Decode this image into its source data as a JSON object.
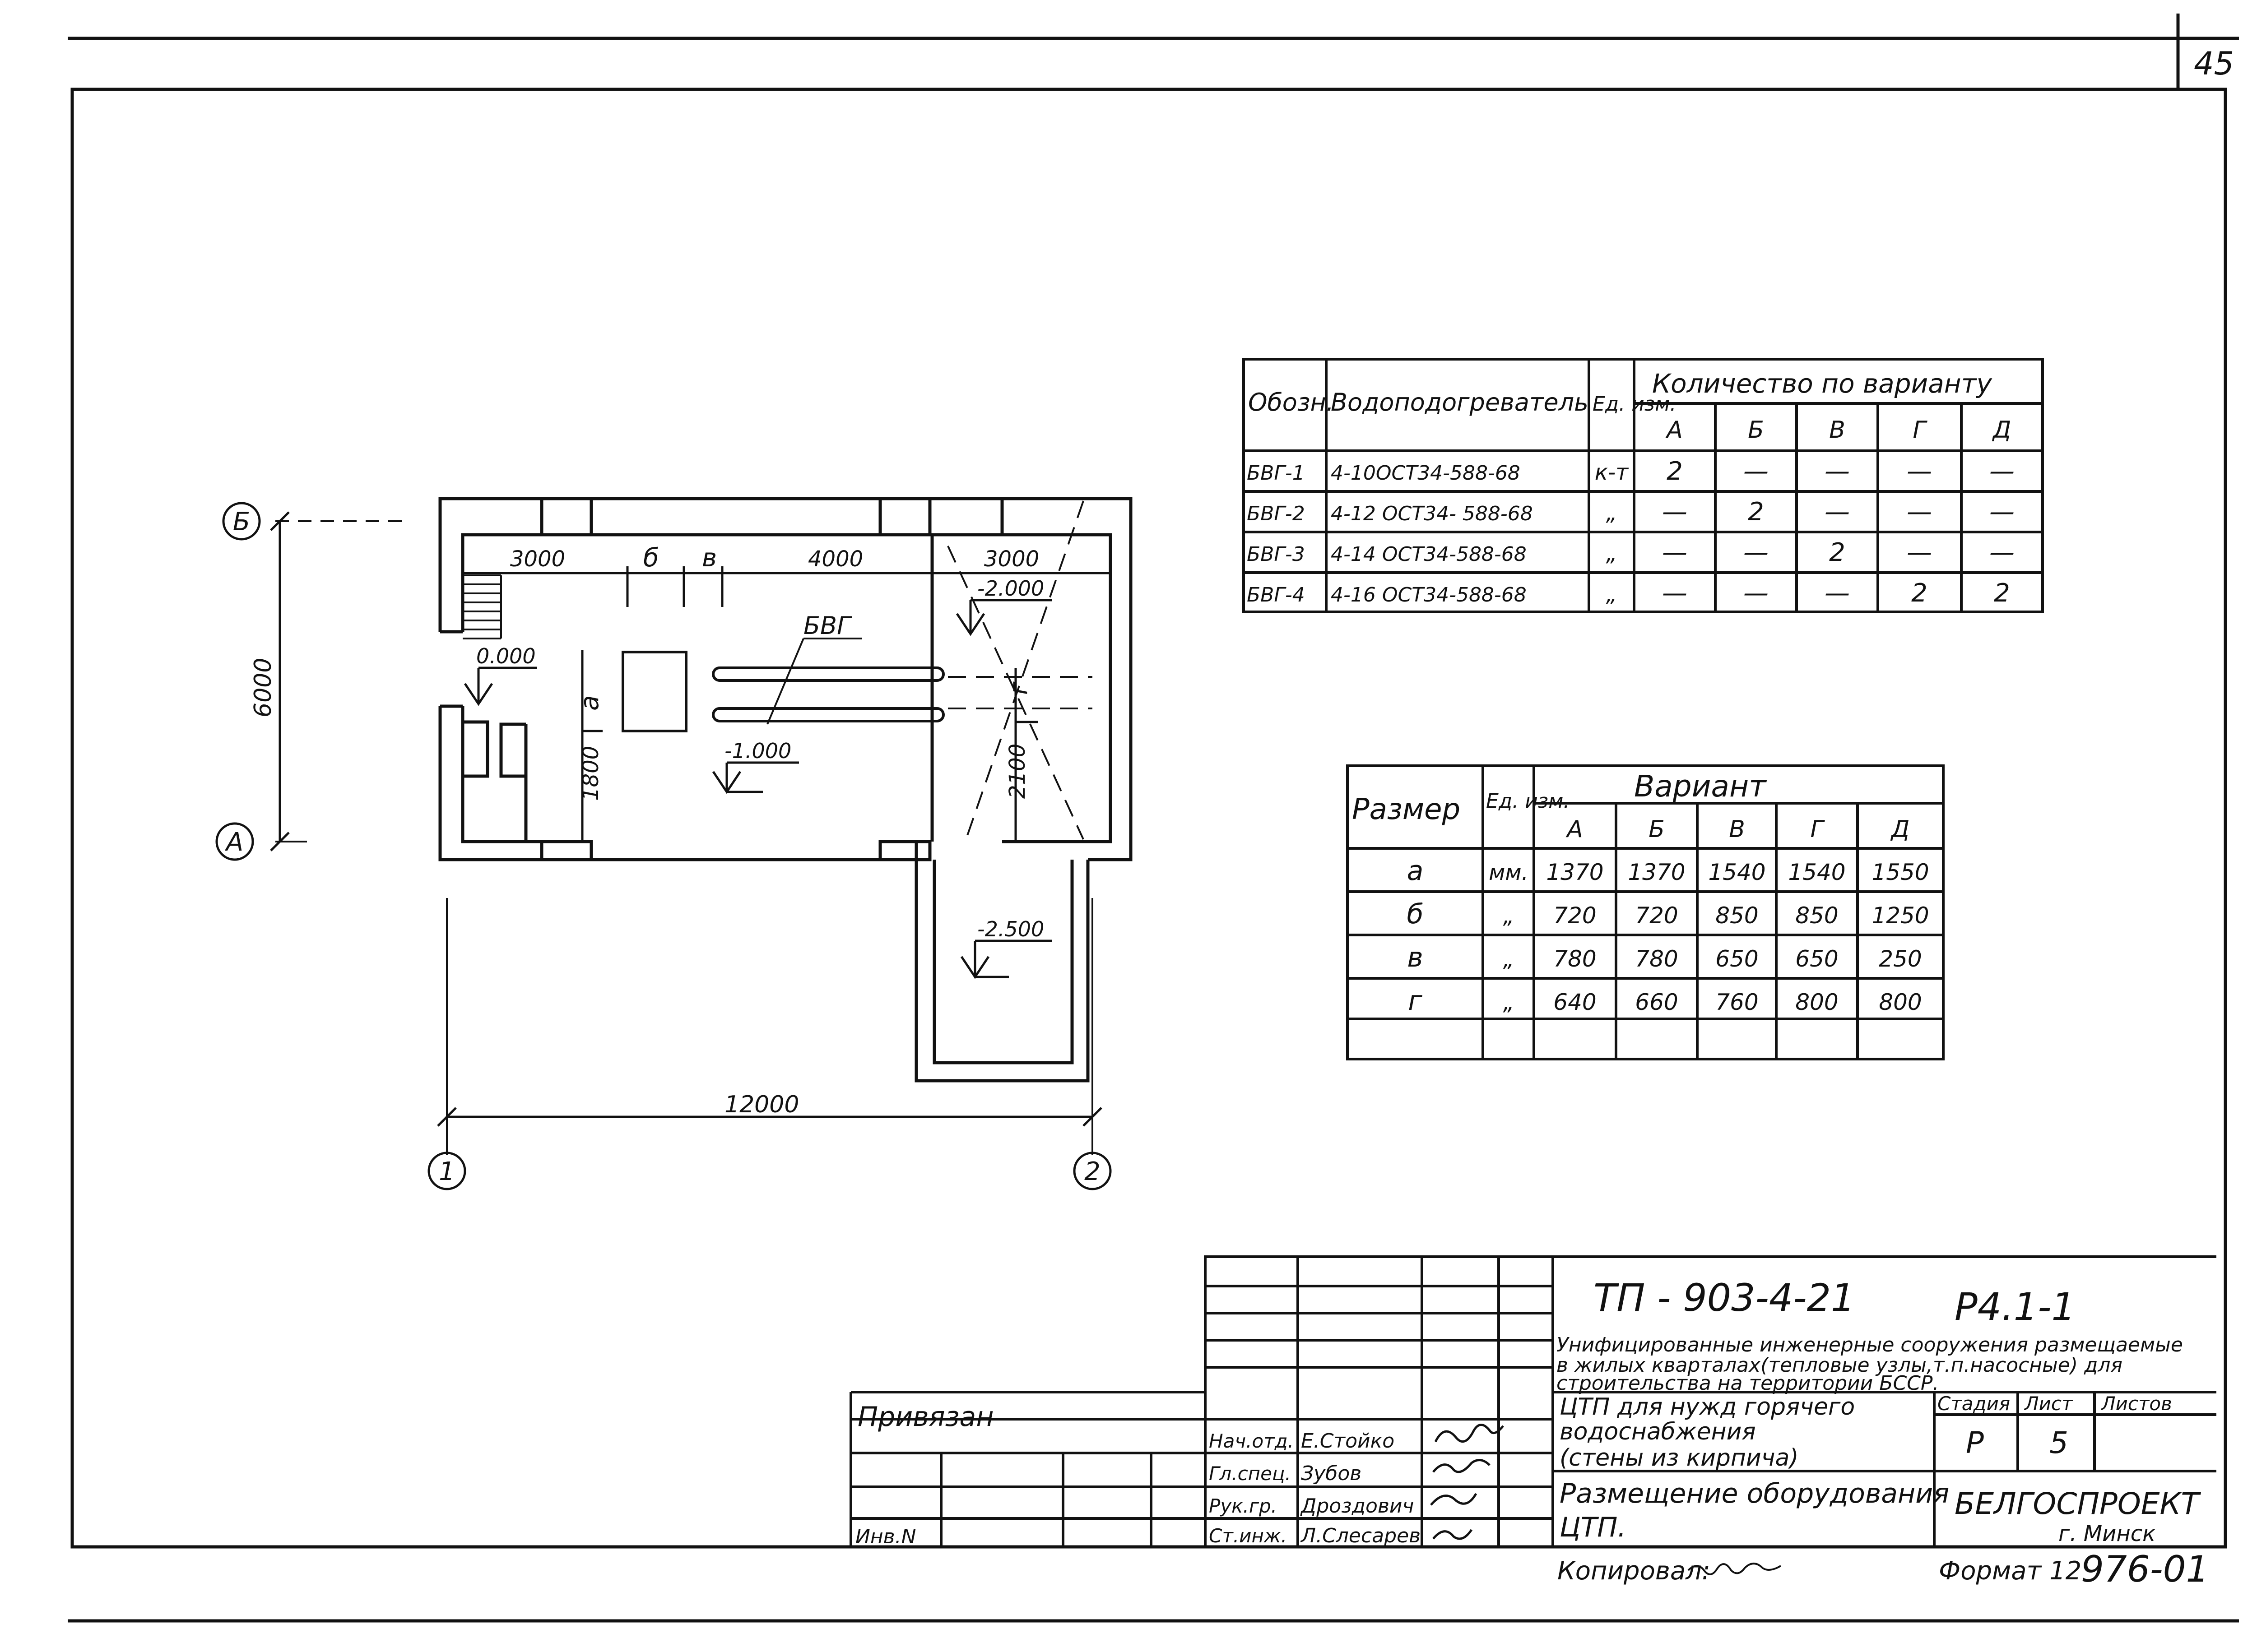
{
  "sheet": {
    "number": "45"
  },
  "table_heaters": {
    "headers": {
      "designation": "Обозн.",
      "heater": "Водоподогреватель",
      "unit": "Ед. изм.",
      "qty": "Количество по варианту"
    },
    "variants": [
      "А",
      "Б",
      "В",
      "Г",
      "Д"
    ],
    "rows": [
      {
        "designation": "БВГ-1",
        "heater": "4-10ОСТ34-588-68",
        "unit": "к-т",
        "values": [
          "2",
          "—",
          "—",
          "—",
          "—"
        ]
      },
      {
        "designation": "БВГ-2",
        "heater": "4-12 ОСТ34- 588-68",
        "unit": "„",
        "values": [
          "—",
          "2",
          "—",
          "—",
          "—"
        ]
      },
      {
        "designation": "БВГ-3",
        "heater": "4-14 ОСТ34-588-68",
        "unit": "„",
        "values": [
          "—",
          "—",
          "2",
          "—",
          "—"
        ]
      },
      {
        "designation": "БВГ-4",
        "heater": "4-16 ОСТ34-588-68",
        "unit": "„",
        "values": [
          "—",
          "—",
          "—",
          "2",
          "2"
        ]
      }
    ]
  },
  "table_sizes": {
    "headers": {
      "size": "Размер",
      "unit": "Ед. изм.",
      "variant": "Вариант"
    },
    "variants": [
      "А",
      "Б",
      "В",
      "Г",
      "Д"
    ],
    "rows": [
      {
        "size": "а",
        "unit": "мм.",
        "values": [
          "1370",
          "1370",
          "1540",
          "1540",
          "1550"
        ]
      },
      {
        "size": "б",
        "unit": "„",
        "values": [
          "720",
          "720",
          "850",
          "850",
          "1250"
        ]
      },
      {
        "size": "в",
        "unit": "„",
        "values": [
          "780",
          "780",
          "650",
          "650",
          "250"
        ]
      },
      {
        "size": "г",
        "unit": "„",
        "values": [
          "640",
          "660",
          "760",
          "800",
          "800"
        ]
      }
    ]
  },
  "plan": {
    "axis_labels": {
      "left_top": "Б",
      "left_bottom": "А",
      "bottom_left": "1",
      "bottom_right": "2"
    },
    "dims": {
      "total_width": "12000",
      "total_height": "6000",
      "d3000_left": "3000",
      "d_b": "б",
      "d_v": "в",
      "d4000": "4000",
      "d3000_right": "3000",
      "d_a": "а",
      "d1800": "1800",
      "d2100": "2100",
      "d_g": "г"
    },
    "levels": {
      "l000": "0.000",
      "l1000": "-1.000",
      "l2000": "-2.000",
      "l2500": "-2.500"
    },
    "equipment_label": "БВГ"
  },
  "stamp": {
    "code": "ТП - 903-4-21",
    "sheet_code": "Р4.1-1",
    "description": [
      "Унифицированные инженерные сооружения размещаемые",
      "в жилых кварталах(тепловые узлы,т.п.насосные) для",
      "строительства на территории БССР."
    ],
    "object": [
      "ЦТП для нужд горячего",
      "водоснабжения",
      "(стены из кирпича)"
    ],
    "sheet_title": [
      "Размещение оборудования",
      "ЦТП."
    ],
    "stage_label": "Стадия",
    "sheet_label": "Лист",
    "sheets_label": "Листов",
    "stage": "Р",
    "sheet": "5",
    "org": "БЕЛГОСПРОЕКТ",
    "city": "г. Минск",
    "bound": "Привязан",
    "inv": "Инв.N",
    "people": [
      {
        "role": "Нач.отд.",
        "name": "Е.Стойко"
      },
      {
        "role": "Гл.спец.",
        "name": "Зубов"
      },
      {
        "role": "Рук.гр.",
        "name": "Дроздович"
      },
      {
        "role": "Ст.инж.",
        "name": "Л.Слесарев"
      }
    ],
    "copied": "Копировал:",
    "format": "Формат 12",
    "drawing_no": "976-01"
  }
}
